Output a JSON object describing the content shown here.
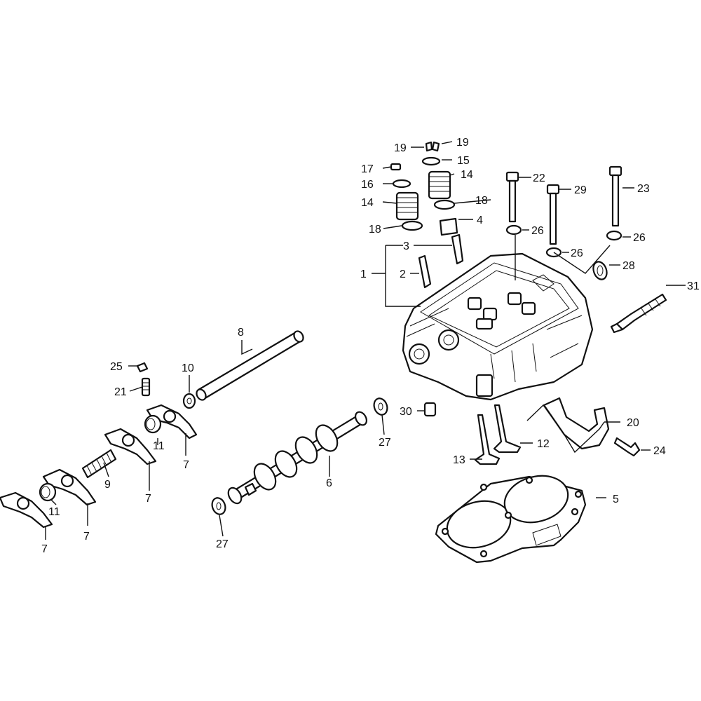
{
  "labels": {
    "n1": "1",
    "n2": "2",
    "n3": "3",
    "n4": "4",
    "n5": "5",
    "n6": "6",
    "n7a": "7",
    "n7b": "7",
    "n7c": "7",
    "n7d": "7",
    "n8": "8",
    "n9": "9",
    "n10": "10",
    "n11a": "11",
    "n11b": "11",
    "n12": "12",
    "n13": "13",
    "n14a": "14",
    "n14b": "14",
    "n15": "15",
    "n16": "16",
    "n17": "17",
    "n18a": "18",
    "n18b": "18",
    "n19a": "19",
    "n19b": "19",
    "n20": "20",
    "n21": "21",
    "n22": "22",
    "n23": "23",
    "n24": "24",
    "n25": "25",
    "n26a": "26",
    "n26b": "26",
    "n26c": "26",
    "n27a": "27",
    "n27b": "27",
    "n28": "28",
    "n29": "29",
    "n30": "30",
    "n31": "31"
  }
}
